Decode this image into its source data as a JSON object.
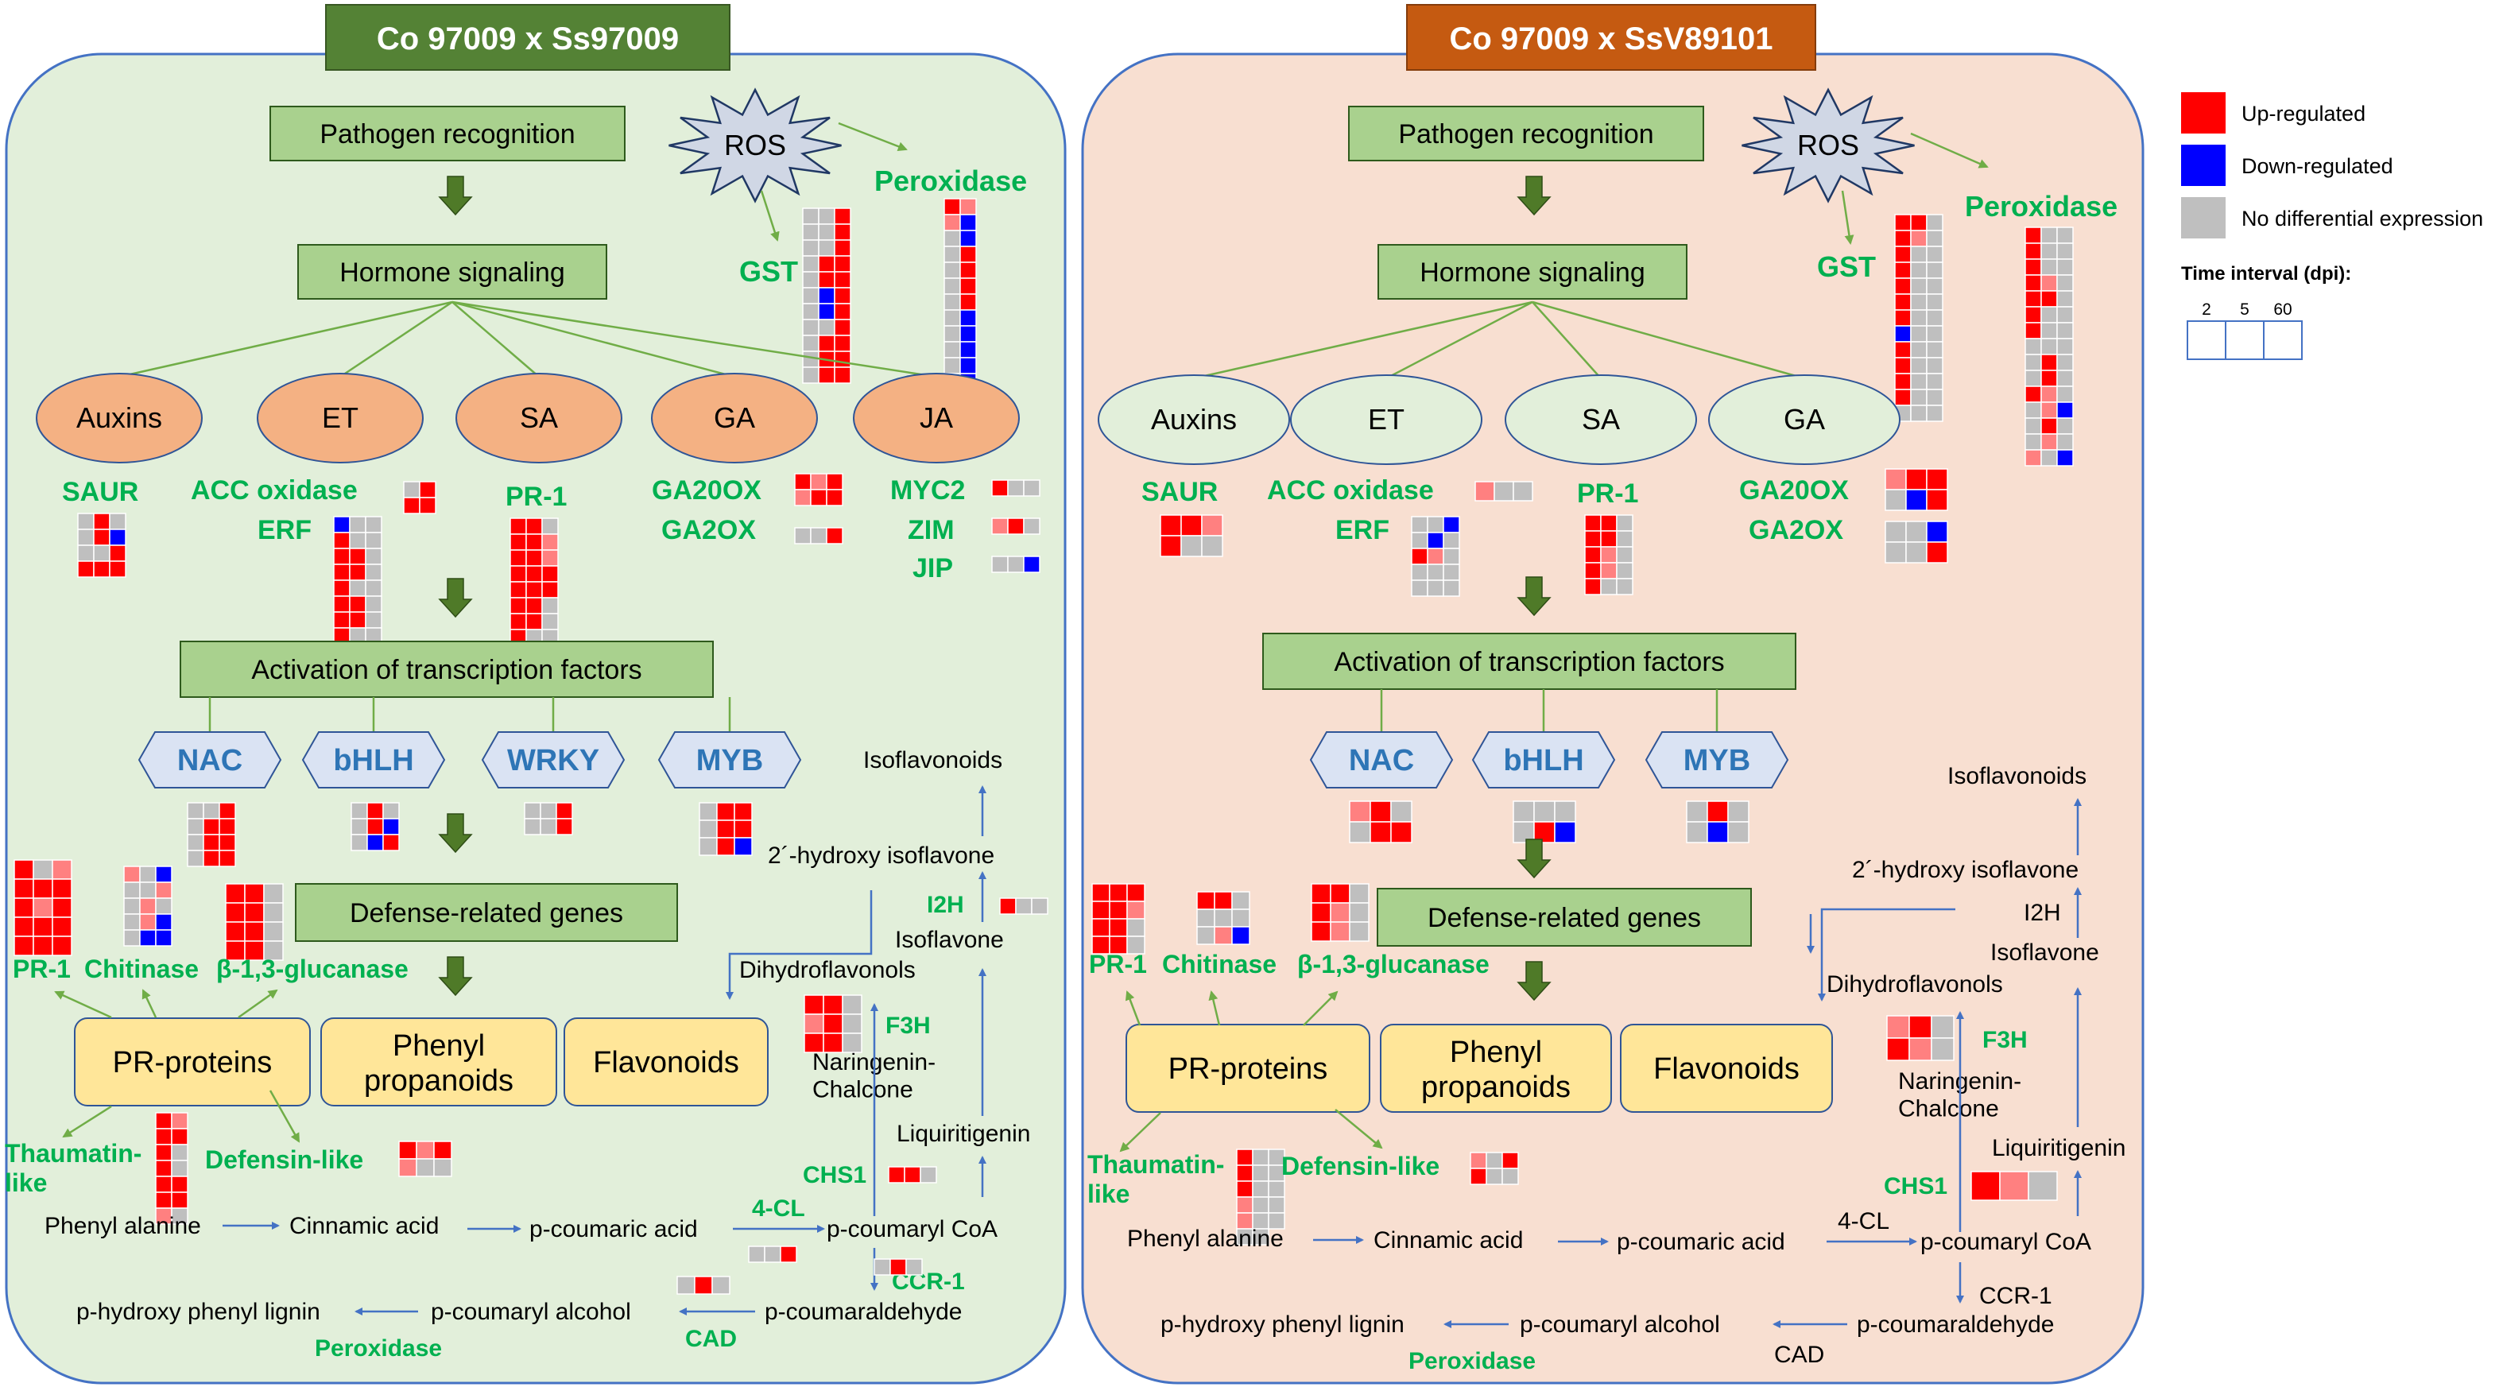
{
  "panels": [
    {
      "title": "Co 97009 x Ss97009",
      "pathogen_recognition": "Pathogen recognition",
      "hormone_signaling": "Hormone signaling",
      "ros": "ROS",
      "hormones": [
        "Auxins",
        "ET",
        "SA",
        "GA",
        "JA"
      ],
      "tf_activation": "Activation of transcription factors",
      "tfs": [
        "NAC",
        "bHLH",
        "WRKY",
        "MYB"
      ],
      "defense_genes": "Defense-related genes",
      "categories": [
        "PR-proteins",
        "Phenyl propanoids",
        "Flavonoids"
      ],
      "genes": {
        "gst": "GST",
        "peroxidase_top": "Peroxidase",
        "saur": "SAUR",
        "acc_oxidase": "ACC oxidase",
        "erf": "ERF",
        "pr1_hormone": "PR-1",
        "ga20ox": "GA20OX",
        "ga2ox": "GA2OX",
        "myc2": "MYC2",
        "zim": "ZIM",
        "jip": "JIP",
        "pr1": "PR-1",
        "chitinase": "Chitinase",
        "glucanase": "β-1,3-glucanase",
        "thaumatin": "Thaumatin-\nlike",
        "defensin": "Defensin-like",
        "i2h": "I2H",
        "f3h": "F3H",
        "chs1": "CHS1",
        "fourcl": "4-CL",
        "ccr1": "CCR-1",
        "cad": "CAD",
        "peroxidase_bottom": "Peroxidase"
      },
      "metabolites": {
        "isoflavonoids": "Isoflavonoids",
        "hydroxy_isoflavone": "2´-hydroxy isoflavone",
        "isoflavone": "Isoflavone",
        "dihydroflavonols": "Dihydroflavonols",
        "naringenin": "Naringenin-\nChalcone",
        "liquiritigenin": "Liquiritigenin",
        "phenylalanine": "Phenyl alanine",
        "cinnamic": "Cinnamic acid",
        "pcoumaric": "p-coumaric  acid",
        "pcoumaryl_coa": "p-coumaryl CoA",
        "pcoumaraldehyde": "p-coumaraldehyde",
        "pcoumaryl_alcohol": "p-coumaryl alcohol",
        "lignin": "p-hydroxy phenyl lignin"
      },
      "heatmaps": {
        "gst": [
          "ggr",
          "ggr",
          "ggr",
          "grr",
          "grr",
          "gbr",
          "gbr",
          "ggr",
          "grr",
          "grr",
          "grr"
        ],
        "peroxidase": [
          "rl",
          "lb",
          "gb",
          "gr",
          "gr",
          "gr",
          "gr",
          "gb",
          "gb",
          "gb",
          "gb",
          "gb",
          "gb",
          "gb",
          "gb",
          "gb"
        ],
        "saur": [
          "grg",
          "grb",
          "ggr",
          "rrr"
        ],
        "acc": [
          "gr",
          "rr"
        ],
        "erf": [
          "bgg",
          "rgg",
          "rrg",
          "rrg",
          "rgg",
          "rrg",
          "rrg",
          "rgg"
        ],
        "pr1h": [
          "rrg",
          "rrl",
          "rrl",
          "rrr",
          "rrr",
          "rrg",
          "rrg",
          "rgg"
        ],
        "ga20ox": [
          "rlr",
          "lrr"
        ],
        "ga2ox": [
          "ggr"
        ],
        "myc2": [
          "rgg"
        ],
        "zim": [
          "lrg"
        ],
        "jip": [
          "ggb"
        ],
        "nac": [
          "ggr",
          "grr",
          "grr",
          "grr"
        ],
        "bhlh": [
          "grg",
          "grb",
          "gbr"
        ],
        "wrky": [
          "ggr",
          "ggr"
        ],
        "myb": [
          "grr",
          "grr",
          "grb"
        ],
        "pr1": [
          "rgl",
          "rrr",
          "rlr",
          "rrr",
          "rrr"
        ],
        "chitinase": [
          "lgb",
          "ggl",
          "glg",
          "glb",
          "gbb"
        ],
        "glucanase": [
          "rrg",
          "rrg",
          "rrg",
          "rrg"
        ],
        "thaumatin": [
          "rl",
          "rr",
          "rg",
          "rg",
          "rr",
          "rr",
          "lg"
        ],
        "defensin": [
          "rlr",
          "lgg"
        ],
        "i2h": [
          "rgg"
        ],
        "f3h": [
          "rrg",
          "lrg",
          "rrg"
        ],
        "chs1": [
          "rrg"
        ],
        "fourcl": [
          "ggr"
        ],
        "ccr1": [
          "grg"
        ],
        "cad": [
          "grg"
        ]
      }
    },
    {
      "title": "Co 97009 x SsV89101",
      "pathogen_recognition": "Pathogen recognition",
      "hormone_signaling": "Hormone signaling",
      "ros": "ROS",
      "hormones": [
        "Auxins",
        "ET",
        "SA",
        "GA"
      ],
      "tf_activation": "Activation of transcription factors",
      "tfs": [
        "NAC",
        "bHLH",
        "MYB"
      ],
      "defense_genes": "Defense-related genes",
      "categories": [
        "PR-proteins",
        "Phenyl propanoids",
        "Flavonoids"
      ],
      "genes": {
        "gst": "GST",
        "peroxidase_top": "Peroxidase",
        "saur": "SAUR",
        "acc_oxidase": "ACC oxidase",
        "erf": "ERF",
        "pr1_hormone": "PR-1",
        "ga20ox": "GA20OX",
        "ga2ox": "GA2OX",
        "pr1": "PR-1",
        "chitinase": "Chitinase",
        "glucanase": "β-1,3-glucanase",
        "thaumatin": "Thaumatin-\nlike",
        "defensin": "Defensin-like",
        "f3h": "F3H",
        "chs1": "CHS1",
        "peroxidase_bottom": "Peroxidase"
      },
      "plain_labels": {
        "i2h": "I2H",
        "fourcl": "4-CL",
        "ccr1": "CCR-1",
        "cad": "CAD"
      },
      "metabolites": {
        "isoflavonoids": "Isoflavonoids",
        "hydroxy_isoflavone": "2´-hydroxy isoflavone",
        "isoflavone": "Isoflavone",
        "dihydroflavonols": "Dihydroflavonols",
        "naringenin": "Naringenin-\nChalcone",
        "liquiritigenin": "Liquiritigenin",
        "phenylalanine": "Phenyl alanine",
        "cinnamic": "Cinnamic acid",
        "pcoumaric": "p-coumaric  acid",
        "pcoumaryl_coa": "p-coumaryl CoA",
        "pcoumaraldehyde": "p-coumaraldehyde",
        "pcoumaryl_alcohol": "p-coumaryl alcohol",
        "lignin": "p-hydroxy phenyl lignin"
      },
      "heatmaps": {
        "gst": [
          "rrg",
          "rlg",
          "rgg",
          "rgg",
          "rgg",
          "rgg",
          "rgg",
          "bgg",
          "rgg",
          "rgg",
          "rgg",
          "rgg",
          "ggg"
        ],
        "peroxidase": [
          "rgg",
          "rgg",
          "rgg",
          "rlg",
          "rrg",
          "rgg",
          "rgg",
          "ggg",
          "grg",
          "grg",
          "rlg",
          "glb",
          "grg",
          "glg",
          "lgb"
        ],
        "saur": [
          "rrl",
          "rgg"
        ],
        "acc": [
          "lgg"
        ],
        "erf": [
          "ggb",
          "gbg",
          "rlg",
          "ggg",
          "ggg"
        ],
        "pr1h": [
          "rrg",
          "rrg",
          "rlg",
          "rlg",
          "rgg"
        ],
        "ga20ox": [
          "lrr",
          "gbr"
        ],
        "ga2ox": [
          "ggb",
          "ggr"
        ],
        "nac": [
          "lrg",
          "grr"
        ],
        "bhlh": [
          "ggg",
          "grb"
        ],
        "myb": [
          "grg",
          "gbg"
        ],
        "pr1": [
          "rrr",
          "rrl",
          "rrg",
          "rrg"
        ],
        "chitinase": [
          "rrg",
          "ggg",
          "glb"
        ],
        "glucanase": [
          "rrg",
          "rlg",
          "rlg"
        ],
        "thaumatin": [
          "rgg",
          "rgg",
          "rgg",
          "lgg",
          "lgg",
          "gg"
        ],
        "defensin": [
          "lgr",
          "rgg"
        ],
        "f3h": [
          "lrg",
          "rlg"
        ],
        "chs1": [
          "rlg"
        ]
      }
    }
  ],
  "legend": {
    "up": "Up-regulated",
    "down": "Down-regulated",
    "none": "No differential expression",
    "time_title": "Time interval (dpi):",
    "time_points": [
      "2",
      "5",
      "60"
    ]
  },
  "colors": {
    "panel_left_bg": "#e2efda",
    "panel_right_bg": "#f8dfd1",
    "panel_border": "#4472c4",
    "title_left_bg": "#548235",
    "title_right_bg": "#c55a11",
    "box_green": "#a9d18e",
    "box_border": "#2e5a1c",
    "hormone_left": "#f4b183",
    "hormone_right": "#e2efda",
    "tf_fill": "#dae3f3",
    "tf_text": "#2e75b6",
    "category_fill": "#ffe699",
    "gene_label": "#00b050",
    "up": "#ff0000",
    "up_light": "#ff8080",
    "down": "#0000ff",
    "none": "#bfbfbf",
    "flow_arrow": "#4472c4",
    "green_line": "#70ad47",
    "big_arrow": "#4f7a28"
  }
}
